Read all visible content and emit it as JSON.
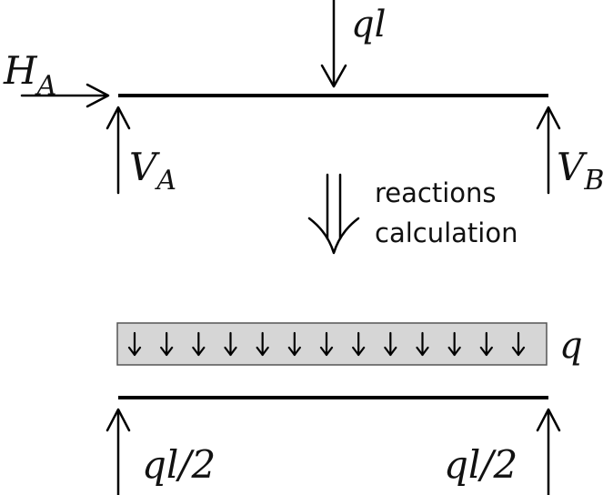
{
  "top_diagram": {
    "load_label": "ql",
    "h_a_main": "H",
    "h_a_sub": "A",
    "v_a_main": "V",
    "v_a_sub": "A",
    "v_b_main": "V",
    "v_b_sub": "B"
  },
  "transition": {
    "line1": "reactions",
    "line2": "calculation"
  },
  "bottom_diagram": {
    "distributed_load_label": "q",
    "distributed_arrow_count": 13,
    "left_reaction_label": "ql/2",
    "right_reaction_label": "ql/2"
  },
  "colors": {
    "load_box_fill": "#d6d6d6",
    "load_box_stroke": "#555555"
  }
}
